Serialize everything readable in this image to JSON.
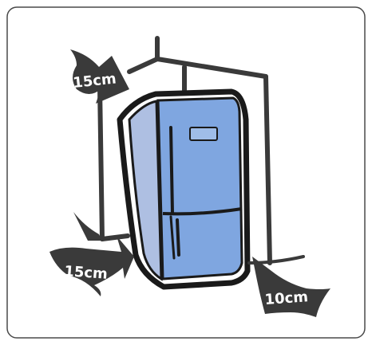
{
  "clearances": {
    "top": "15cm",
    "side": "15cm",
    "back": "10cm"
  },
  "colors": {
    "outline": "#1a1a1a",
    "line": "#3a3a3a",
    "fridge_fill": "#7fa6e0",
    "fridge_shade": "#aebfe2",
    "arrow": "#3a3a3a",
    "frame": "#4a4a4a",
    "background": "#ffffff"
  }
}
